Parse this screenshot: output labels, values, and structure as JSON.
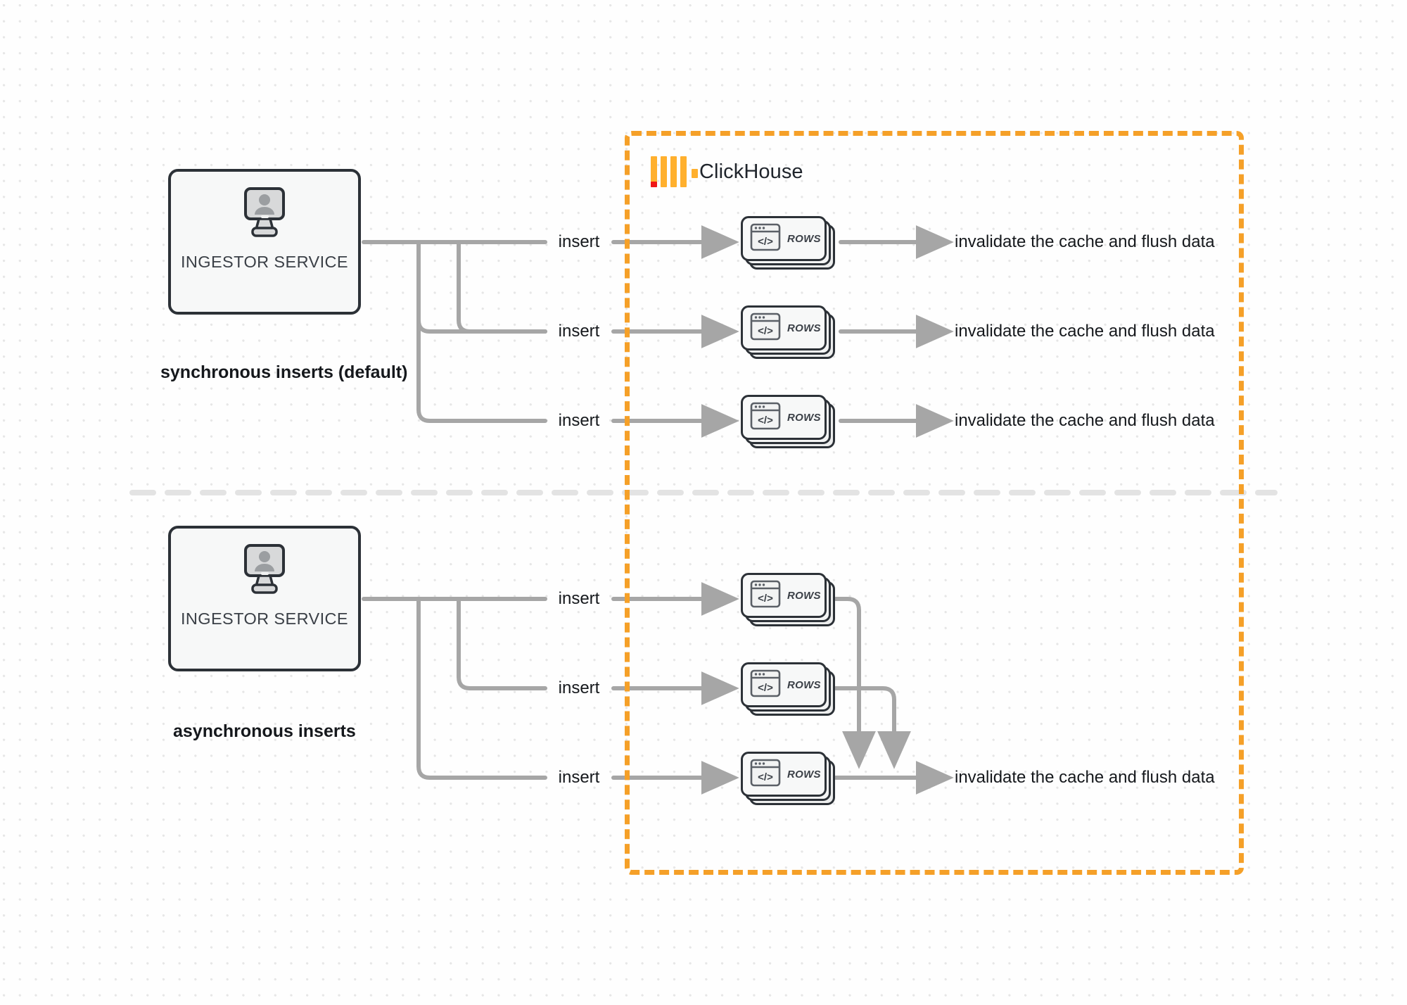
{
  "diagram": {
    "title": "ClickHouse synchronous vs asynchronous inserts",
    "colors": {
      "accent_orange": "#f5a028",
      "logo_yellow": "#ffb02e",
      "logo_red": "#ef1717",
      "wire_gray": "#a6a6a6",
      "outline_dark": "#2c3137",
      "background": "#fefefe"
    }
  },
  "clickhouse": {
    "name": "ClickHouse",
    "logo": "clickhouse-logo"
  },
  "sections": [
    {
      "id": "synchronous",
      "caption": "synchronous inserts (default)",
      "service": {
        "label": "INGESTOR SERVICE",
        "icon": "monitor-user-icon"
      },
      "flows": [
        {
          "insert_label": "insert",
          "node_label": "ROWS",
          "output_label": "invalidate the cache and flush data"
        },
        {
          "insert_label": "insert",
          "node_label": "ROWS",
          "output_label": "invalidate the cache and flush data"
        },
        {
          "insert_label": "insert",
          "node_label": "ROWS",
          "output_label": "invalidate the cache and flush data"
        }
      ]
    },
    {
      "id": "asynchronous",
      "caption": "asynchronous inserts",
      "service": {
        "label": "INGESTOR SERVICE",
        "icon": "monitor-user-icon"
      },
      "flows": [
        {
          "insert_label": "insert",
          "node_label": "ROWS"
        },
        {
          "insert_label": "insert",
          "node_label": "ROWS"
        },
        {
          "insert_label": "insert",
          "node_label": "ROWS",
          "output_label": "invalidate the cache and flush data"
        }
      ],
      "merged_output_label": "invalidate the cache and flush data"
    }
  ]
}
